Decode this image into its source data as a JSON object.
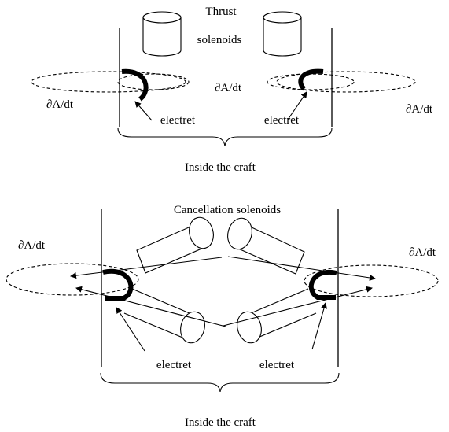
{
  "top_diagram": {
    "label_thrust_line1": "Thrust",
    "label_thrust_line2": "solenoids",
    "label_dadt_left": "∂A/dt",
    "label_dadt_center": "∂A/dt",
    "label_dadt_right": "∂A/dt",
    "label_electret_left": "electret",
    "label_electret_right": "electret",
    "label_inside": "Inside the craft"
  },
  "bottom_diagram": {
    "label_cancellation": "Cancellation solenoids",
    "label_dadt_left": "∂A/dt",
    "label_dadt_right": "∂A/dt",
    "label_electret_left": "electret",
    "label_electret_right": "electret",
    "label_inside": "Inside the craft"
  }
}
